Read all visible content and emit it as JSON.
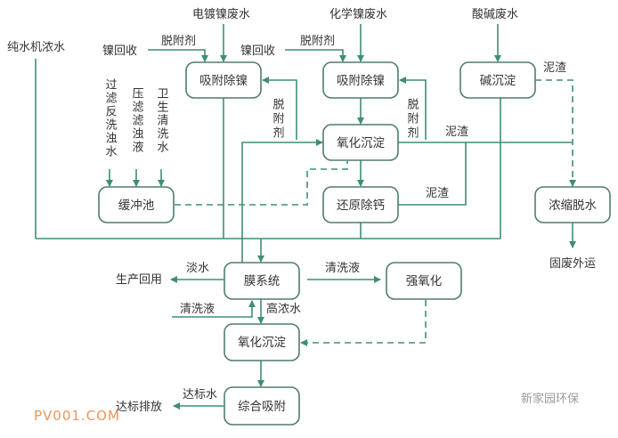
{
  "colors": {
    "line": "#3e8f70",
    "box_border": "#4f7d6c",
    "watermark_orange": "#e8965a"
  },
  "inputs": {
    "pure_water": "纯水机浓水",
    "electroplating": "电镀镍废水",
    "chemical": "化学镍废水",
    "acid_base": "酸碱废水"
  },
  "side_inputs": [
    "过滤反洗浊水",
    "压滤滤浊液",
    "卫生清洗水"
  ],
  "boxes": {
    "adsorb1": "吸附除镍",
    "adsorb2": "吸附除镍",
    "alkali": "碱沉淀",
    "oxid1": "氧化沉淀",
    "reduce": "还原除钙",
    "buffer": "缓冲池",
    "thicken": "浓缩脱水",
    "membrane": "膜系统",
    "strong_ox": "强氧化",
    "oxid2": "氧化沉淀",
    "combined": "综合吸附"
  },
  "labels": {
    "ni_recovery": "镍回收",
    "desorbent": "脱附剂",
    "sludge": "泥渣",
    "solid_waste": "固废外运",
    "fresh_water": "淡水",
    "reuse": "生产回用",
    "cleaning_liquid": "清洗液",
    "high_conc": "高浓水",
    "standard_water": "达标水",
    "discharge": "达标排放"
  },
  "watermarks": {
    "site": "PV001.COM",
    "wechat": "新家园环保"
  }
}
